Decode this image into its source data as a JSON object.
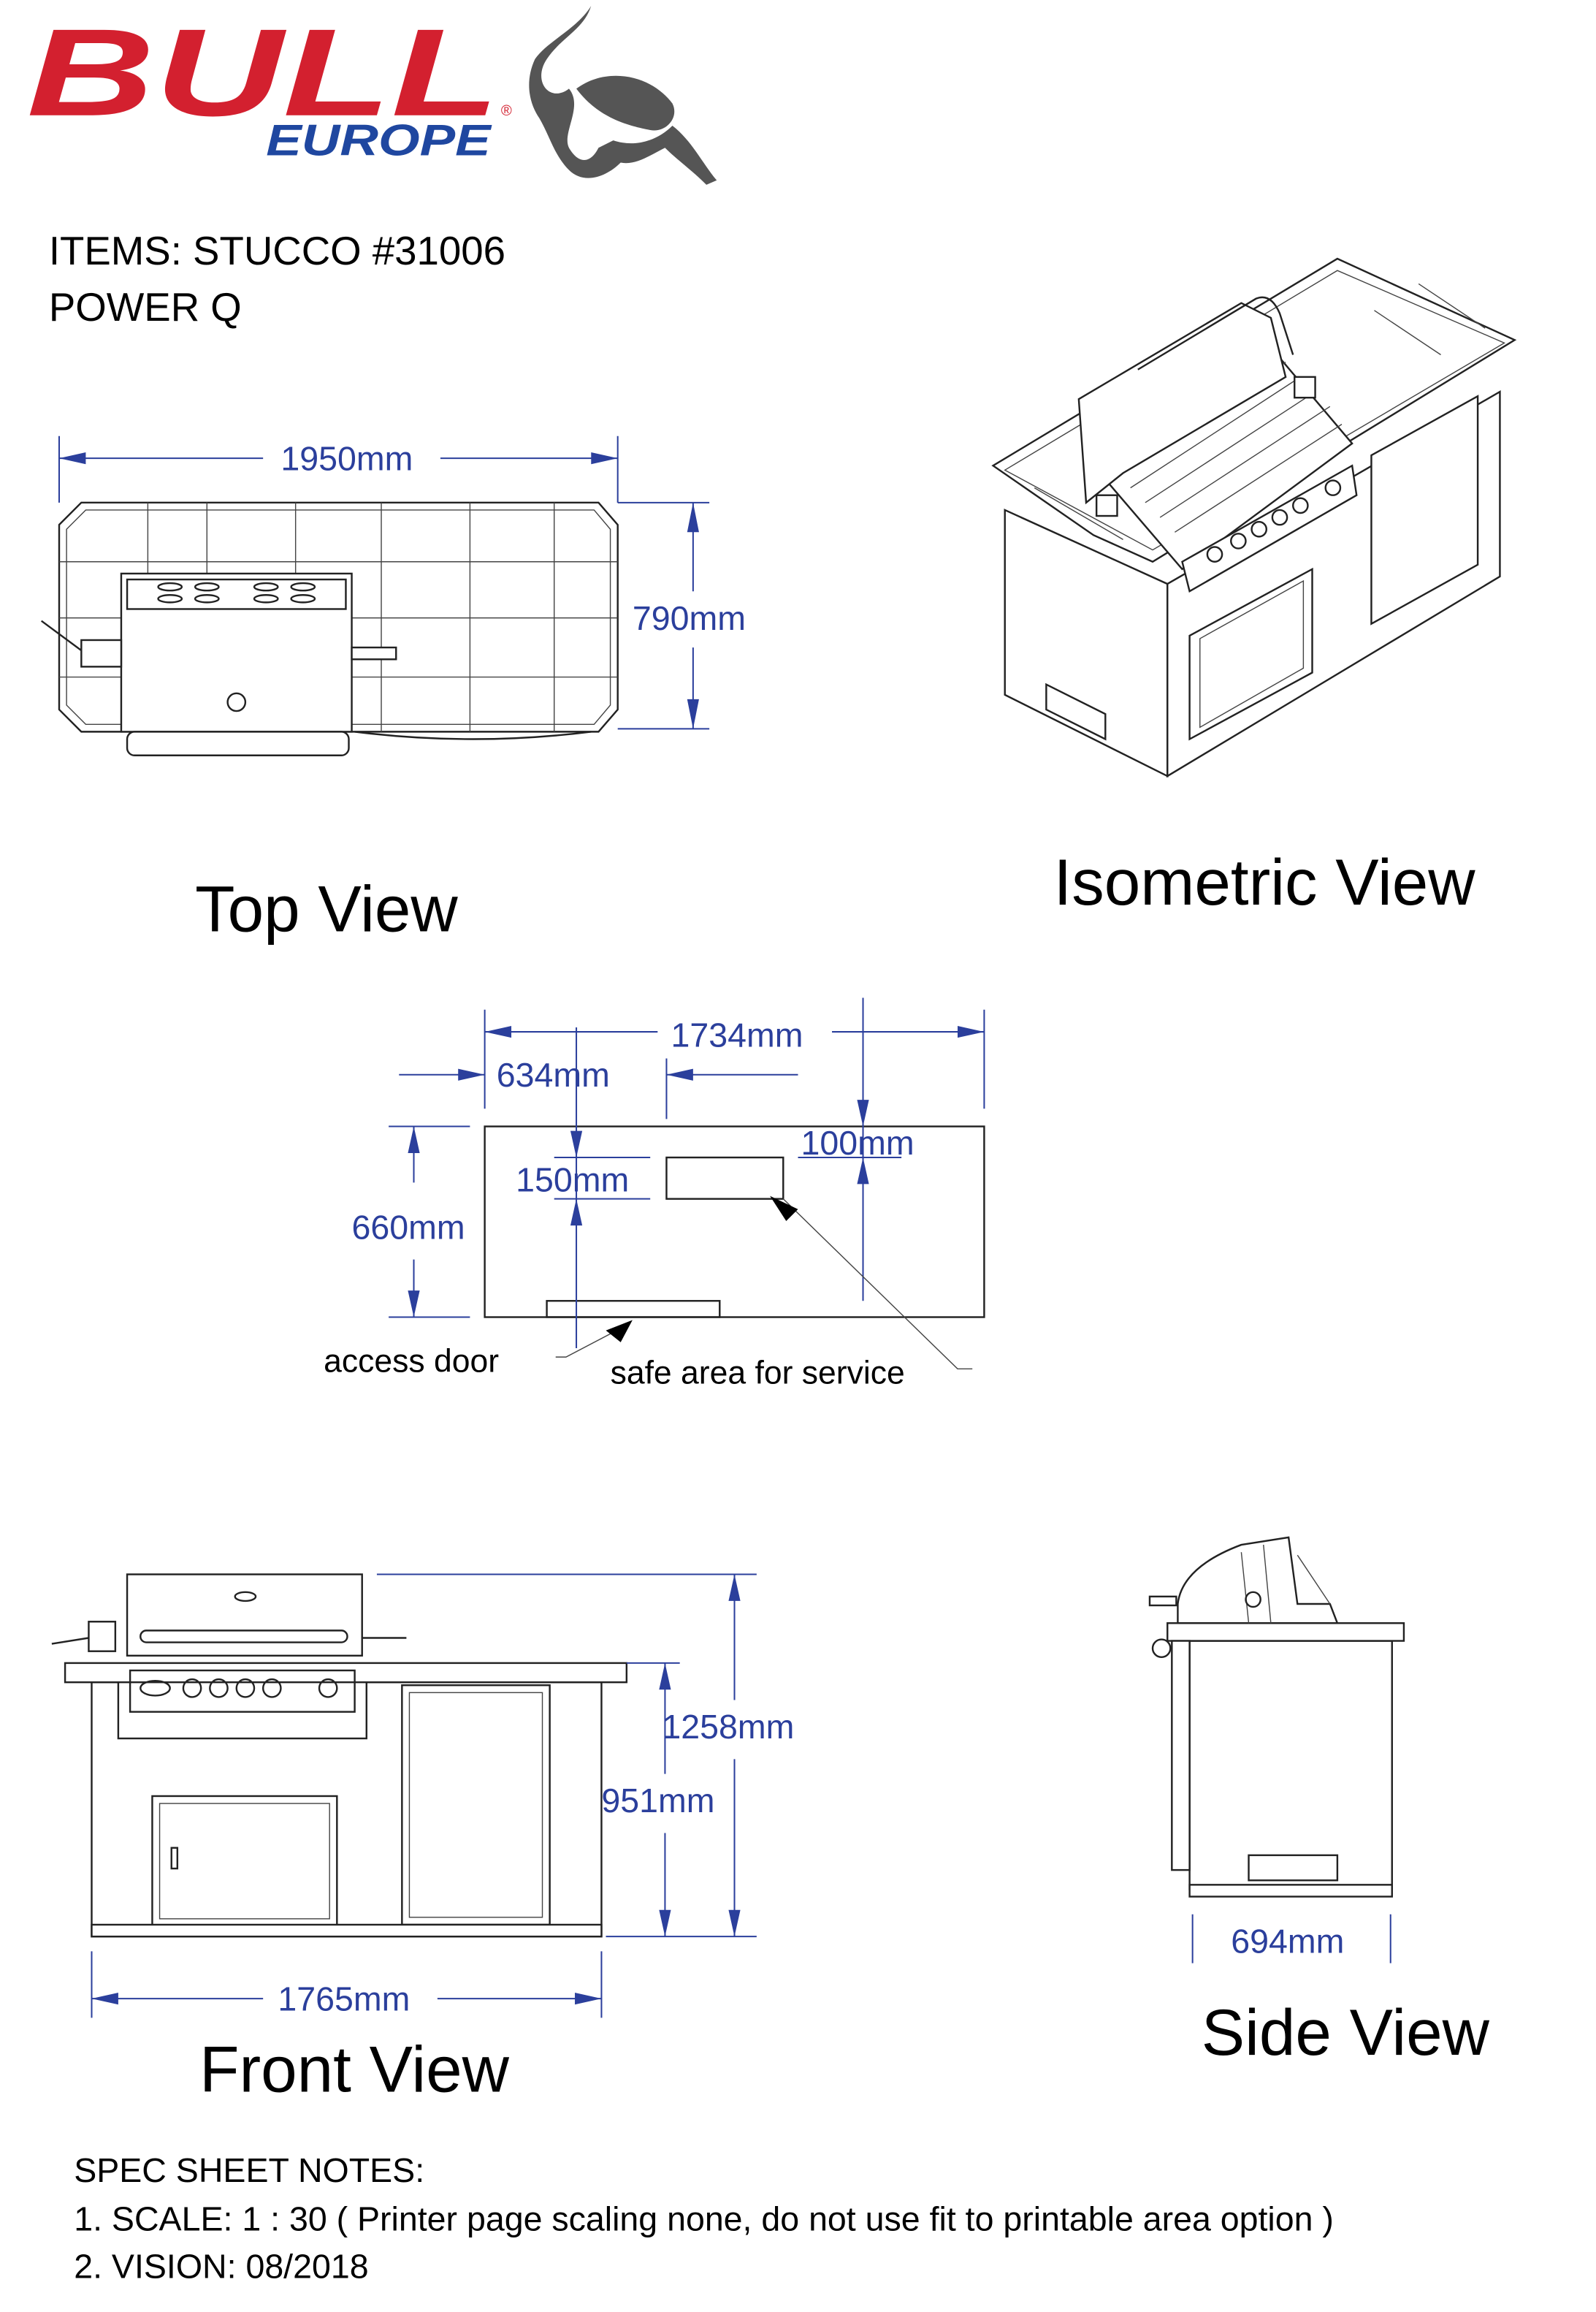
{
  "brand": {
    "name": "BULL",
    "sub": "EUROPE",
    "registered": "®",
    "colors": {
      "red": "#d3202f",
      "blue": "#1f47a0",
      "bull_gray": "#555555"
    }
  },
  "header": {
    "items_line": "ITEMS: STUCCO #31006",
    "model_line": "POWER Q"
  },
  "views": {
    "top": {
      "title": "Top View",
      "width_dim": "1950mm",
      "depth_dim": "790mm"
    },
    "isometric": {
      "title": "Isometric View"
    },
    "cutout": {
      "total_width": "1734mm",
      "offset": "634mm",
      "top_margin": "100mm",
      "area_height": "150mm",
      "depth": "660mm",
      "access_door_label": "access door",
      "safe_area_label": "safe area for service"
    },
    "front": {
      "title": "Front View",
      "width_dim": "1765mm",
      "total_height": "1258mm",
      "counter_height": "951mm"
    },
    "side": {
      "title": "Side View",
      "depth_dim": "694mm"
    }
  },
  "notes": {
    "heading": "SPEC SHEET NOTES:",
    "items": [
      "1. SCALE: 1 : 30 (  Printer page scaling none, do not use fit to printable area option )",
      "2. VISION: 08/2018"
    ]
  },
  "colors": {
    "dimension": "#2b3f9c",
    "line": "#222222"
  }
}
